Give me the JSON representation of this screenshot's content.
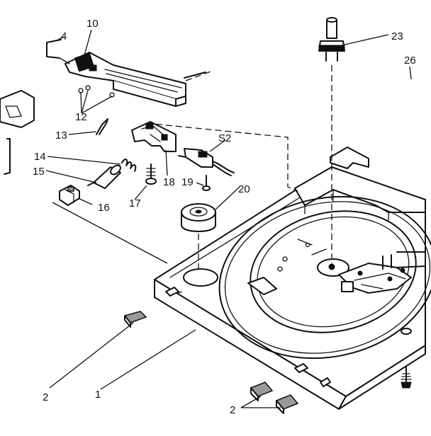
{
  "callouts": {
    "c10": "10",
    "c4": "4",
    "c12": "12",
    "c13": "13",
    "c14": "14",
    "c15": "15",
    "c16": "16",
    "c17": "17",
    "c18": "18",
    "c19": "19",
    "c20": "20",
    "c23": "23",
    "c26": "26",
    "cS2": "S2",
    "c1": "1",
    "c2a": "2",
    "c2b": "2"
  }
}
